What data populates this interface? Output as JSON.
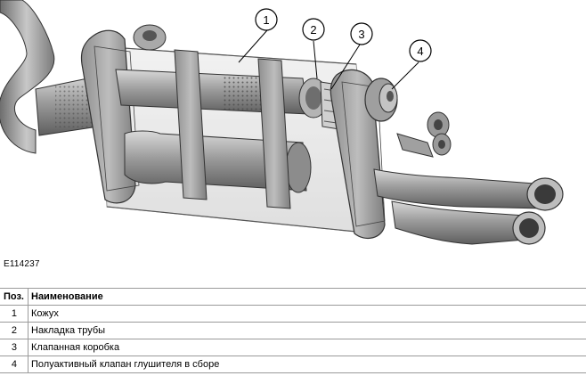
{
  "figure": {
    "code": "E114237",
    "callouts": [
      "1",
      "2",
      "3",
      "4"
    ]
  },
  "table": {
    "headers": {
      "pos": "Поз.",
      "name": "Наименование"
    },
    "rows": [
      {
        "pos": "1",
        "name": "Кожух"
      },
      {
        "pos": "2",
        "name": "Накладка трубы"
      },
      {
        "pos": "3",
        "name": "Клапанная коробка"
      },
      {
        "pos": "4",
        "name": "Полуактивный клапан глушителя в сборе"
      }
    ]
  }
}
